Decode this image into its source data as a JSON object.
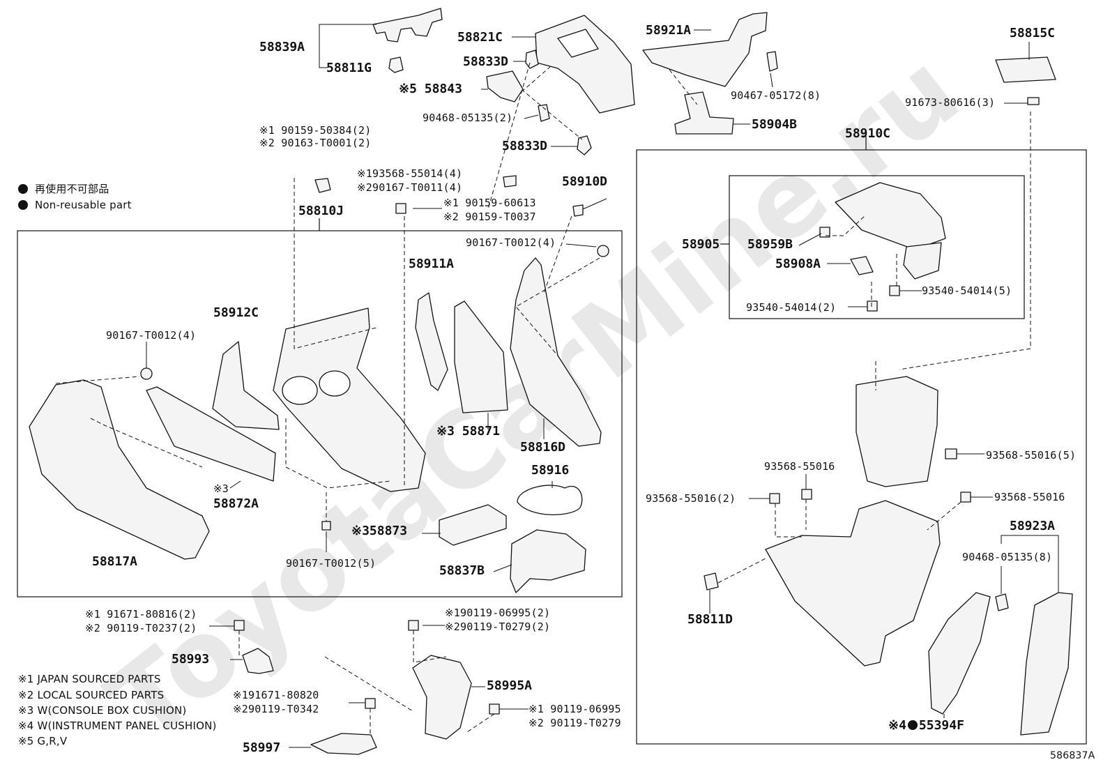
{
  "legend": {
    "jp": "再使用不可部品",
    "en": "Non-reusable part"
  },
  "notes": [
    "※1 JAPAN SOURCED PARTS",
    "※2 LOCAL SOURCED PARTS",
    "※3 W(CONSOLE BOX CUSHION)",
    "※4 W(INSTRUMENT PANEL CUSHION)",
    "※5 G,R,V"
  ],
  "diagram_code": "586837A",
  "watermark": "ToyotaCarMine.ru",
  "labels": [
    {
      "id": "58839A",
      "text": "58839A",
      "big": true
    },
    {
      "id": "58811G",
      "text": "58811G",
      "big": true
    },
    {
      "id": "58821C",
      "text": "58821C",
      "big": true
    },
    {
      "id": "58833D-a",
      "text": "58833D",
      "big": true
    },
    {
      "id": "58843",
      "text": "※5 58843",
      "big": true
    },
    {
      "id": "90468-05135-a",
      "text": "90468-05135(2)",
      "big": false
    },
    {
      "id": "58833D-b",
      "text": "58833D",
      "big": true
    },
    {
      "id": "58921A",
      "text": "58921A",
      "big": true
    },
    {
      "id": "90467-05172",
      "text": "90467-05172(8)",
      "big": false
    },
    {
      "id": "58904B",
      "text": "58904B",
      "big": true
    },
    {
      "id": "58815C",
      "text": "58815C",
      "big": true
    },
    {
      "id": "91673-80616",
      "text": "91673-80616(3)",
      "big": false
    },
    {
      "id": "58910C",
      "text": "58910C",
      "big": true
    },
    {
      "id": "90159-50384",
      "text": "※1 90159-50384(2)",
      "big": false
    },
    {
      "id": "90163-T0001",
      "text": "※2 90163-T0001(2)",
      "big": false
    },
    {
      "id": "93568-55014",
      "text": "※193568-55014(4)",
      "big": false
    },
    {
      "id": "90167-T0011",
      "text": "※290167-T0011(4)",
      "big": false
    },
    {
      "id": "58910D",
      "text": "58910D",
      "big": true
    },
    {
      "id": "90159-60613",
      "text": "※1 90159-60613",
      "big": false
    },
    {
      "id": "90159-T0037",
      "text": "※2 90159-T0037",
      "big": false
    },
    {
      "id": "58810J",
      "text": "58810J",
      "big": true
    },
    {
      "id": "90167-T0012-a",
      "text": "90167-T0012(4)",
      "big": false
    },
    {
      "id": "58911A",
      "text": "58911A",
      "big": true
    },
    {
      "id": "58912C",
      "text": "58912C",
      "big": true
    },
    {
      "id": "90167-T0012-b",
      "text": "90167-T0012(4)",
      "big": false
    },
    {
      "id": "58871",
      "text": "※3 58871",
      "big": true
    },
    {
      "id": "58816D",
      "text": "58816D",
      "big": true
    },
    {
      "id": "58872A-x",
      "text": "※3",
      "big": false
    },
    {
      "id": "58872A",
      "text": "58872A",
      "big": true
    },
    {
      "id": "58916",
      "text": "58916",
      "big": true
    },
    {
      "id": "58873",
      "text": "※358873",
      "big": true
    },
    {
      "id": "58817A",
      "text": "58817A",
      "big": true
    },
    {
      "id": "90167-T0012-c",
      "text": "90167-T0012(5)",
      "big": false
    },
    {
      "id": "58837B",
      "text": "58837B",
      "big": true
    },
    {
      "id": "58905",
      "text": "58905",
      "big": true
    },
    {
      "id": "58959B",
      "text": "58959B",
      "big": true
    },
    {
      "id": "58908A",
      "text": "58908A",
      "big": true
    },
    {
      "id": "93540-54014-a",
      "text": "93540-54014(5)",
      "big": false
    },
    {
      "id": "93540-54014-b",
      "text": "93540-54014(2)",
      "big": false
    },
    {
      "id": "93568-55016-a",
      "text": "93568-55016(5)",
      "big": false
    },
    {
      "id": "93568-55016-b",
      "text": "93568-55016",
      "big": false
    },
    {
      "id": "93568-55016-c",
      "text": "93568-55016(2)",
      "big": false
    },
    {
      "id": "93568-55016-d",
      "text": "93568-55016",
      "big": false
    },
    {
      "id": "58923A",
      "text": "58923A",
      "big": true
    },
    {
      "id": "90468-05135-b",
      "text": "90468-05135(8)",
      "big": false
    },
    {
      "id": "58811D",
      "text": "58811D",
      "big": true
    },
    {
      "id": "55394F",
      "text": "55394F",
      "big": true
    },
    {
      "id": "91671-80816",
      "text": "※1 91671-80816(2)",
      "big": false
    },
    {
      "id": "90119-T0237",
      "text": "※2 90119-T0237(2)",
      "big": false
    },
    {
      "id": "90119-06995-a",
      "text": "※190119-06995(2)",
      "big": false
    },
    {
      "id": "90119-T0279-a",
      "text": "※290119-T0279(2)",
      "big": false
    },
    {
      "id": "58993",
      "text": "58993",
      "big": true
    },
    {
      "id": "58995A",
      "text": "58995A",
      "big": true
    },
    {
      "id": "91671-80820",
      "text": "※191671-80820",
      "big": false
    },
    {
      "id": "90119-T0342",
      "text": "※290119-T0342",
      "big": false
    },
    {
      "id": "90119-06995-b",
      "text": "※1 90119-06995",
      "big": false
    },
    {
      "id": "90119-T0279-b",
      "text": "※2 90119-T0279",
      "big": false
    },
    {
      "id": "58997",
      "text": "58997",
      "big": true
    }
  ]
}
